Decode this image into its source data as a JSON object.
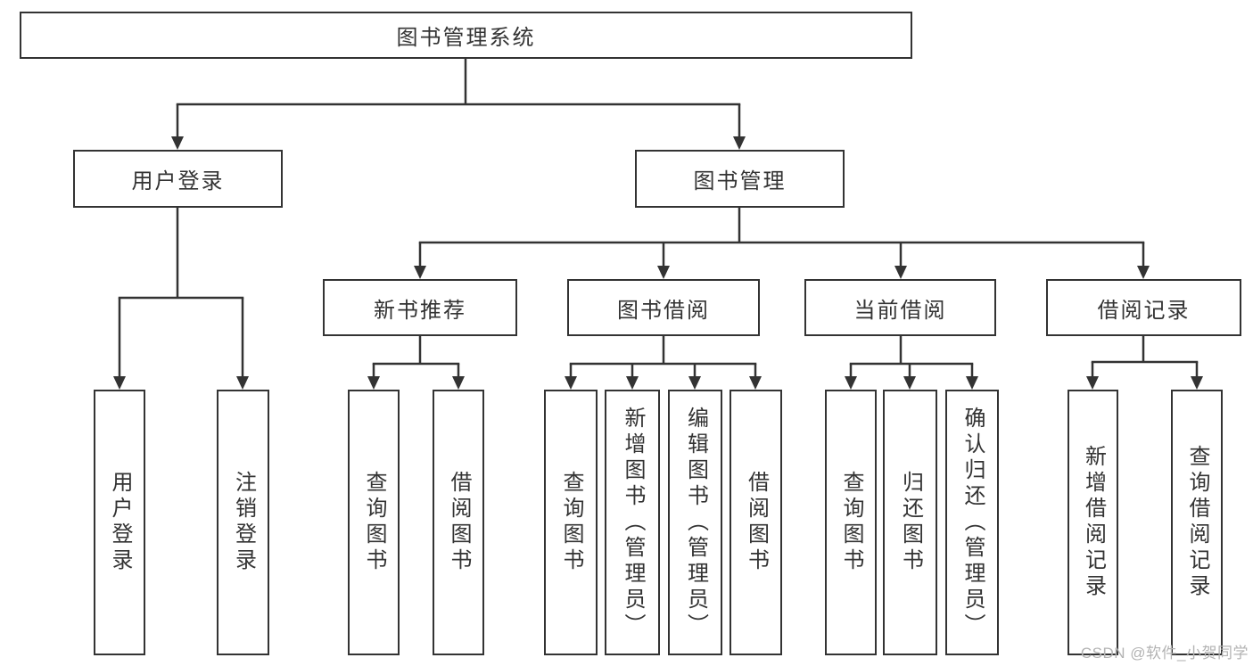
{
  "diagram": {
    "root": {
      "label": "图书管理系统"
    },
    "branches": [
      {
        "label": "用户登录",
        "children": [
          {
            "label": "用户登录"
          },
          {
            "label": "注销登录"
          }
        ]
      },
      {
        "label": "图书管理",
        "groups": [
          {
            "label": "新书推荐",
            "children": [
              {
                "label": "查询图书"
              },
              {
                "label": "借阅图书"
              }
            ]
          },
          {
            "label": "图书借阅",
            "children": [
              {
                "label": "查询图书"
              },
              {
                "label": "新增图书（管理员）"
              },
              {
                "label": "编辑图书（管理员）"
              },
              {
                "label": "借阅图书"
              }
            ]
          },
          {
            "label": "当前借阅",
            "children": [
              {
                "label": "查询图书"
              },
              {
                "label": "归还图书"
              },
              {
                "label": "确认归还（管理员）"
              }
            ]
          },
          {
            "label": "借阅记录",
            "children": [
              {
                "label": "新增借阅记录"
              },
              {
                "label": "查询借阅记录"
              }
            ]
          }
        ]
      }
    ]
  },
  "watermark": "CSDN @软件_小贺同学",
  "colors": {
    "line": "#333333",
    "text": "#333333",
    "background": "#ffffff",
    "watermark": "#b3b3b3"
  }
}
